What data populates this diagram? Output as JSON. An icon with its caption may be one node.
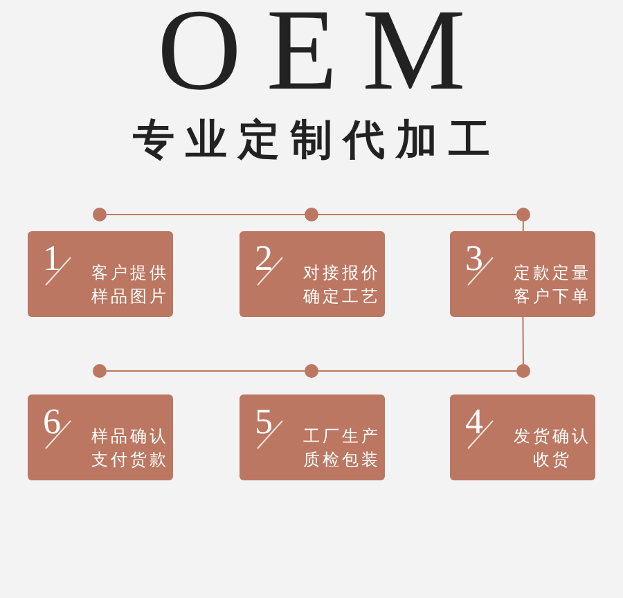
{
  "diagram": {
    "title": "OEM",
    "nodes": [
      {
        "text": [],
        "shape": "circle"
      },
      {
        "text": [],
        "shape": "circle"
      },
      {
        "text": [],
        "shape": "circle"
      },
      {
        "text": [
          "1",
          "客户提供样品图片"
        ]
      },
      {
        "text": [
          "2",
          "对接报价确定工艺"
        ]
      },
      {
        "text": [
          "3",
          "定款定量客户下单"
        ]
      },
      {
        "text": [],
        "shape": "circle"
      },
      {
        "text": [],
        "shape": "circle"
      },
      {
        "text": [],
        "shape": "circle"
      },
      {
        "text": [
          "6",
          "样品确认支付货款"
        ]
      },
      {
        "text": [
          "5",
          "工厂生产质检包装"
        ]
      },
      {
        "text": [
          "4",
          "发货确认收货"
        ]
      }
    ],
    "edges": [
      {
        "from": 0,
        "to": 1,
        "arrow": "none"
      },
      {
        "from": 1,
        "to": 2,
        "arrow": "none"
      },
      {
        "from": 2,
        "to": 5,
        "arrow": "none"
      },
      {
        "from": 5,
        "to": 8,
        "arrow": "none"
      },
      {
        "from": 8,
        "to": 7,
        "arrow": "none"
      },
      {
        "from": 7,
        "to": 6,
        "arrow": "none"
      }
    ],
    "labels": [
      "专业定制代加工"
    ]
  }
}
